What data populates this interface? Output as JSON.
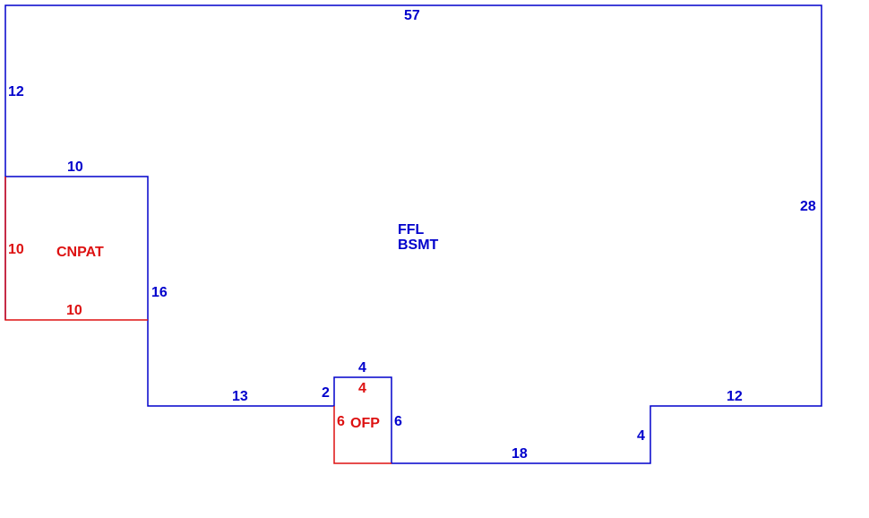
{
  "colors": {
    "main": "#0000cc",
    "sub": "#dd1111",
    "background": "#ffffff"
  },
  "areas": {
    "main": {
      "line1": "FFL",
      "line2": "BSMT"
    },
    "cnpat": {
      "label": "CNPAT"
    },
    "ofp": {
      "label": "OFP"
    }
  },
  "dims": {
    "top": "57",
    "left_upper": "12",
    "cnpat_top": "10",
    "right": "28",
    "cnpat_left": "10",
    "cnpat_bottom": "10",
    "step_left": "16",
    "ofp_top": "4",
    "ofp_top_inner": "4",
    "bottom_left": "13",
    "ofp_side_left": "2",
    "ofp_left": "6",
    "ofp_right": "6",
    "bottom_right": "12",
    "notch": "4",
    "bottom_mid": "18"
  }
}
